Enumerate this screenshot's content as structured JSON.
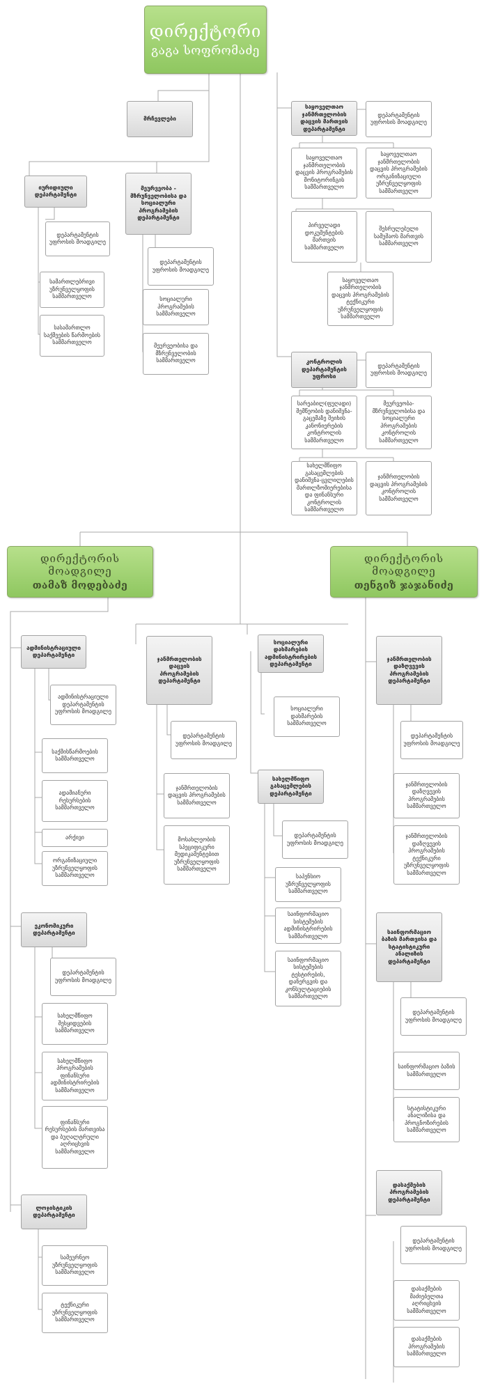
{
  "director": {
    "title": "დირექტორი",
    "name": "გაგა სოფრომაძე"
  },
  "deputies": [
    {
      "title": "დირექტორის მოადგილე",
      "name": "თამაზ მოდებაძე"
    },
    {
      "title": "დირექტორის მოადგილე",
      "name": "თენგიზ ჯაჯანიძე"
    }
  ],
  "boxes": [
    {
      "type": "dept",
      "text": "მრჩევლები"
    },
    {
      "type": "dept",
      "text": "საყოველთაო ჯანმრთელობის დაცვის მართვის დეპარტამენტი"
    },
    {
      "type": "unit",
      "text": "დეპარტამენტის უფროსის მოადგილე"
    },
    {
      "type": "unit",
      "text": "საყოველთაო ჯანმრთელობის დაცვის პროგრამების მონიტორინგის სამმართველო"
    },
    {
      "type": "unit",
      "text": "საყოველთაო ჯანმრთელობის დაცვის პროგრამების ორგანიზაციული უზრუნველყოფის სამმართველო"
    },
    {
      "type": "dept",
      "text": "იურიდიული დეპარტამენტი"
    },
    {
      "type": "dept",
      "text": "მეურვეობა - მზრუნველობისა და სოციალური პროგრამების დეპარტამენტი"
    },
    {
      "type": "unit",
      "text": "დეპარტამენტის უფროსის მოადგილე"
    },
    {
      "type": "unit",
      "text": "პირველადი დოკუმენტების მართვის სამმართველო"
    },
    {
      "type": "unit",
      "text": "შესრულებული სამუშაოს მართვის სამმართველო"
    },
    {
      "type": "unit",
      "text": "დეპარტამენტის უფროსის მოადგილე"
    },
    {
      "type": "unit",
      "text": "სამართლებრივი უზრუნველყოფის სამმართველო"
    },
    {
      "type": "unit",
      "text": "სოციალური პროგრამების სამმართველო"
    },
    {
      "type": "unit",
      "text": "საყოველთაო ჯანმრთელობის დაცვის პროგრამების ტექნიკური უზრუნველყოფის სამმართველო"
    },
    {
      "type": "unit",
      "text": "სასამართლო საქმეების წარმოების სამმართველო"
    },
    {
      "type": "unit",
      "text": "მეურვეობისა და მზრუნველობის სამმართველო"
    },
    {
      "type": "dept",
      "text": "კონტროლის დეპარტამენტის უფროსი"
    },
    {
      "type": "unit",
      "text": "დეპარტამენტის უფროსის მოადგილე"
    },
    {
      "type": "unit",
      "text": "სარეაბილ(ფუღადი) შემწეობის დანიშვნა-გაცემაზე შეიხის კანონიერების კონტროლის სამმართველო"
    },
    {
      "type": "unit",
      "text": "მეურვეობა-მზრუნველობისა და სოციალური პროგრამების კონტროლის სამმართველო"
    },
    {
      "type": "unit",
      "text": "სახელმწიფო გასაცემლების დანიშვნა-ცვლილების მართლზომიერებისა და ფინანსური კონტროლის სამმართველო"
    },
    {
      "type": "unit",
      "text": "ჯანმრთელობის დაცვის პროგრამების კონტროლის სამმართველო"
    },
    {
      "type": "dept",
      "text": "ადმინისტრაციული დეპარტამენტი"
    },
    {
      "type": "dept",
      "text": "ჯანმრთელობის დაცვის პროგრამების დეპარტამენტი"
    },
    {
      "type": "dept",
      "text": "სოციალური დახმარების ადმინისტრირების დეპარტამენტი"
    },
    {
      "type": "dept",
      "text": "ჯანმრთელობის დაზღვევის პროგრამების დეპარტამენტი"
    },
    {
      "type": "unit",
      "text": "ადმინისტრაციული დეპარტამენტის უფროსის მოადგილე"
    },
    {
      "type": "unit",
      "text": "სოციალური დახმარების სამმართველო"
    },
    {
      "type": "unit",
      "text": "დეპარტამენტის უფროსის მოადგილე"
    },
    {
      "type": "unit",
      "text": "დეპარტამენტის უფროსის მოადგილე"
    },
    {
      "type": "unit",
      "text": "საქმისწარმოების სამმართველო"
    },
    {
      "type": "dept",
      "text": "სახელმწიფო გასაცემლების დეპარტამენტი"
    },
    {
      "type": "unit",
      "text": "ადამიანური რესურსების სამმართველო"
    },
    {
      "type": "unit",
      "text": "ჯანმრთელობის დაცვის პროგრამების სამმართველო"
    },
    {
      "type": "unit",
      "text": "ჯანმრთელობის დაზღვევის პროგრამების სამმართველო"
    },
    {
      "type": "unit",
      "text": "დეპარტამენტის უფროსის მოადგილე"
    },
    {
      "type": "unit",
      "text": "არქივი"
    },
    {
      "type": "unit",
      "text": "მოსახლეობის სპეციფიკური მედიკამენტებით უზრუნველყოფის სამმართველო"
    },
    {
      "type": "unit",
      "text": "ჯანმრთელობის დაზღვევის პროგრამების ტექნიკური უზრუნველყოფის სამმართველო"
    },
    {
      "type": "unit",
      "text": "ორგანიზაციული უზრუნველყოფის სამმართველო"
    },
    {
      "type": "unit",
      "text": "საპენსიო უზრუნველყოფის სამმართველო"
    },
    {
      "type": "unit",
      "text": "საინფორმაციო სისტემების ადმინისტრირების სამმართველო"
    },
    {
      "type": "dept",
      "text": "ეკონომიკური დეპარტამენტი"
    },
    {
      "type": "dept",
      "text": "საინფორმაციო ბაზის მართვისა და სტატისტიკური ანალიზის დეპარტამენტი"
    },
    {
      "type": "unit",
      "text": "საინფორმაციო სისტემების ტესტირების, დანერგვის და კონსულტაციების სამმართველო"
    },
    {
      "type": "unit",
      "text": "დეპარტამენტის უფროსის მოადგილე"
    },
    {
      "type": "unit",
      "text": "დეპარტამენტის უფროსის მოადგილე"
    },
    {
      "type": "unit",
      "text": "სახელმწიფო შესყიდვების სამმართველო"
    },
    {
      "type": "unit",
      "text": "საინფორმაციო ბაზის სამმართველო"
    },
    {
      "type": "unit",
      "text": "სახელმწიფო პროგრამების ფინანსური ადმინისტრირების სამმართველო"
    },
    {
      "type": "unit",
      "text": "სტატისტიკური ანალიზისა და პროგნოზირების სამმართველო"
    },
    {
      "type": "unit",
      "text": "ფინანსური რესურსების მართვისა და ბუღალტრული აღრიცხვის სამმართველო"
    },
    {
      "type": "dept",
      "text": "დასაქმების პროგრამების დეპარტამენტი"
    },
    {
      "type": "dept",
      "text": "ლოჯისტიკის დეპარტამენტი"
    },
    {
      "type": "unit",
      "text": "დეპარტამენტის უფროსის მოადგილე"
    },
    {
      "type": "unit",
      "text": "სამეურნეო უზრუნველყოფის სამმართველო"
    },
    {
      "type": "unit",
      "text": "დასაქმების მაძიებელთა აღრიცხვის სამმართველო"
    },
    {
      "type": "unit",
      "text": "ტექნიკური უზრუნველყოფის სამმართველო"
    },
    {
      "type": "unit",
      "text": "დასაქმების პროგრამების სამმართველო"
    }
  ]
}
